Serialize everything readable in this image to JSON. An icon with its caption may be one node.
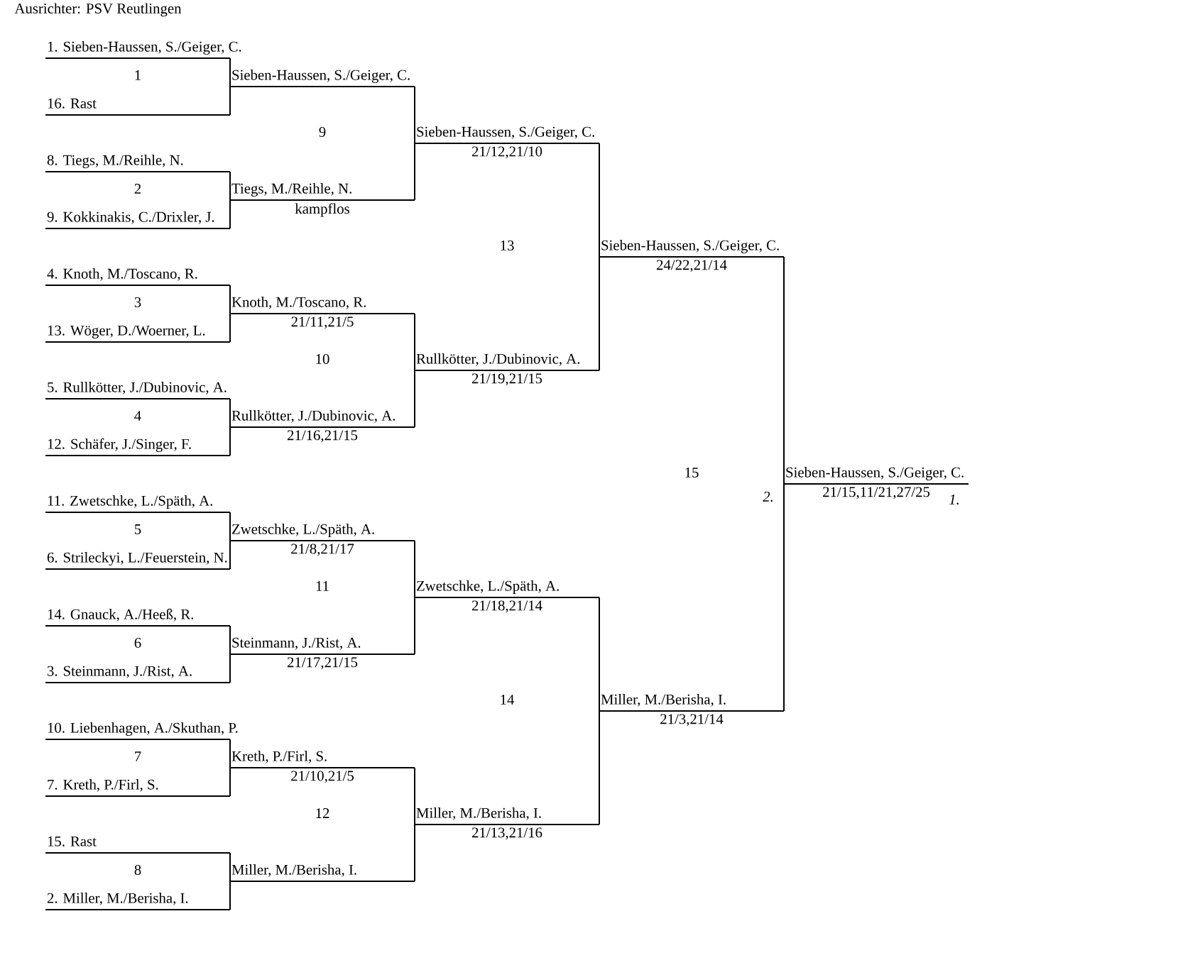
{
  "diagram": {
    "title": "Ausrichter: PSV Reutlingen",
    "nodes": [
      {
        "text": [
          "1. Sieben-Haussen, S./Geiger, C."
        ]
      },
      {
        "text": [
          "16. Rast"
        ]
      },
      {
        "text": [
          "8. Tiegs, M./Reihle, N."
        ]
      },
      {
        "text": [
          "9. Kokkinakis, C./Drixler, J."
        ]
      },
      {
        "text": [
          "4. Knoth, M./Toscano, R."
        ]
      },
      {
        "text": [
          "13. Wöger, D./Woerner, L."
        ]
      },
      {
        "text": [
          "5. Rullkötter, J./Dubinovic, A."
        ]
      },
      {
        "text": [
          "12. Schäfer, J./Singer, F."
        ]
      },
      {
        "text": [
          "11. Zwetschke, L./Späth, A."
        ]
      },
      {
        "text": [
          "6. Strileckyi, L./Feuerstein, N."
        ]
      },
      {
        "text": [
          "14. Gnauck, A./Heeß, R."
        ]
      },
      {
        "text": [
          "3. Steinmann, J./Rist, A."
        ]
      },
      {
        "text": [
          "10. Liebenhagen, A./Skuthan, P."
        ]
      },
      {
        "text": [
          "7. Kreth, P./Firl, S."
        ]
      },
      {
        "text": [
          "15. Rast"
        ]
      },
      {
        "text": [
          "2. Miller, M./Berisha, I."
        ]
      },
      {
        "text": [
          "Sieben-Haussen, S./Geiger, C."
        ]
      },
      {
        "text": [
          "Tiegs, M./Reihle, N."
        ],
        "beside": [
          "kampflos"
        ]
      },
      {
        "text": [
          "Knoth, M./Toscano, R."
        ],
        "beside": [
          "21/11,21/5"
        ]
      },
      {
        "text": [
          "Rullkötter, J./Dubinovic, A."
        ],
        "beside": [
          "21/16,21/15"
        ]
      },
      {
        "text": [
          "Zwetschke, L./Späth, A."
        ],
        "beside": [
          "21/8,21/17"
        ]
      },
      {
        "text": [
          "Steinmann, J./Rist, A."
        ],
        "beside": [
          "21/17,21/15"
        ]
      },
      {
        "text": [
          "Kreth, P./Firl, S."
        ],
        "beside": [
          "21/10,21/5"
        ]
      },
      {
        "text": [
          "Miller, M./Berisha, I."
        ]
      },
      {
        "text": [
          "Sieben-Haussen, S./Geiger, C."
        ],
        "beside": [
          "21/12,21/10"
        ]
      },
      {
        "text": [
          "Rullkötter, J./Dubinovic, A."
        ],
        "beside": [
          "21/19,21/15"
        ]
      },
      {
        "text": [
          "Zwetschke, L./Späth, A."
        ],
        "beside": [
          "21/18,21/14"
        ]
      },
      {
        "text": [
          "Miller, M./Berisha, I."
        ],
        "beside": [
          "21/13,21/16"
        ]
      },
      {
        "text": [
          "Sieben-Haussen, S./Geiger, C."
        ],
        "beside": [
          "24/22,21/14"
        ]
      },
      {
        "text": [
          "Miller, M./Berisha, I."
        ],
        "beside": [
          "21/3,21/14"
        ]
      },
      {
        "text": [
          "Sieben-Haussen, S./Geiger, C."
        ],
        "beside": [
          "21/15,11/21,27/25",
          "1."
        ]
      }
    ],
    "edges": [
      {
        "from": 0,
        "to": 16,
        "arrow": "none"
      },
      {
        "from": 1,
        "to": 16,
        "arrow": "none"
      },
      {
        "from": 2,
        "to": 17,
        "arrow": "none"
      },
      {
        "from": 3,
        "to": 17,
        "arrow": "none"
      },
      {
        "from": 4,
        "to": 18,
        "arrow": "none"
      },
      {
        "from": 5,
        "to": 18,
        "arrow": "none"
      },
      {
        "from": 6,
        "to": 19,
        "arrow": "none"
      },
      {
        "from": 7,
        "to": 19,
        "arrow": "none"
      },
      {
        "from": 8,
        "to": 20,
        "arrow": "none"
      },
      {
        "from": 9,
        "to": 20,
        "arrow": "none"
      },
      {
        "from": 10,
        "to": 21,
        "arrow": "none"
      },
      {
        "from": 11,
        "to": 21,
        "arrow": "none"
      },
      {
        "from": 12,
        "to": 22,
        "arrow": "none"
      },
      {
        "from": 13,
        "to": 22,
        "arrow": "none"
      },
      {
        "from": 14,
        "to": 23,
        "arrow": "none"
      },
      {
        "from": 15,
        "to": 23,
        "arrow": "none"
      },
      {
        "from": 16,
        "to": 24,
        "arrow": "none"
      },
      {
        "from": 17,
        "to": 24,
        "arrow": "none"
      },
      {
        "from": 18,
        "to": 25,
        "arrow": "none"
      },
      {
        "from": 19,
        "to": 25,
        "arrow": "none"
      },
      {
        "from": 20,
        "to": 26,
        "arrow": "none"
      },
      {
        "from": 21,
        "to": 26,
        "arrow": "none"
      },
      {
        "from": 22,
        "to": 27,
        "arrow": "none"
      },
      {
        "from": 23,
        "to": 27,
        "arrow": "none"
      },
      {
        "from": 24,
        "to": 28,
        "arrow": "none"
      },
      {
        "from": 25,
        "to": 28,
        "arrow": "none"
      },
      {
        "from": 26,
        "to": 29,
        "arrow": "none"
      },
      {
        "from": 27,
        "to": 29,
        "arrow": "none"
      },
      {
        "from": 28,
        "to": 30,
        "arrow": "none"
      },
      {
        "from": 29,
        "to": 30,
        "arrow": "none"
      }
    ],
    "labels": [
      "1",
      "9",
      "2",
      "13",
      "3",
      "10",
      "4",
      "15",
      "2.",
      "5",
      "11",
      "6",
      "14",
      "7",
      "12",
      "8"
    ]
  }
}
